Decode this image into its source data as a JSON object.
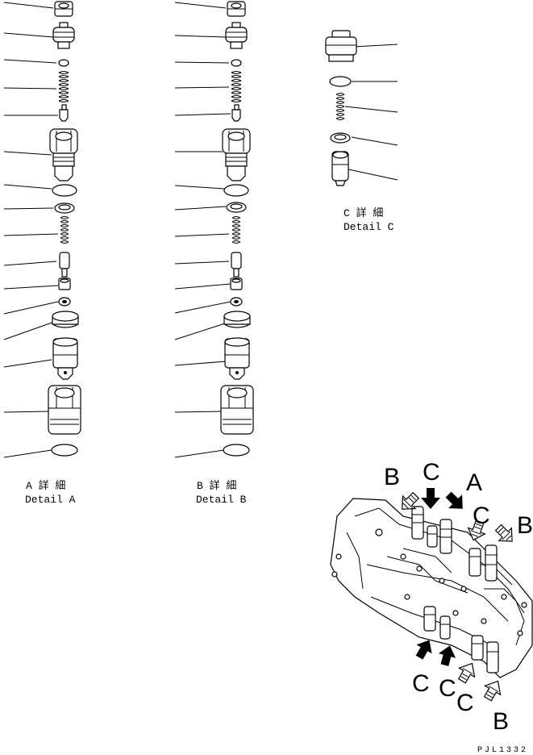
{
  "detail_a": {
    "title_jp": "A 詳 細",
    "title_en": "Detail A"
  },
  "detail_b": {
    "title_jp": "B 詳 細",
    "title_en": "Detail B"
  },
  "detail_c": {
    "title_jp": "C 詳 細",
    "title_en": "Detail C"
  },
  "arrow_labels": {
    "b_top_left": "B",
    "c_top": "C",
    "a_top": "A",
    "c_top_right": "C",
    "b_right": "B",
    "c_bottom_1": "C",
    "c_bottom_2": "C",
    "c_bottom_3": "C",
    "b_bottom": "B"
  },
  "drawing_code": "PJL1332"
}
